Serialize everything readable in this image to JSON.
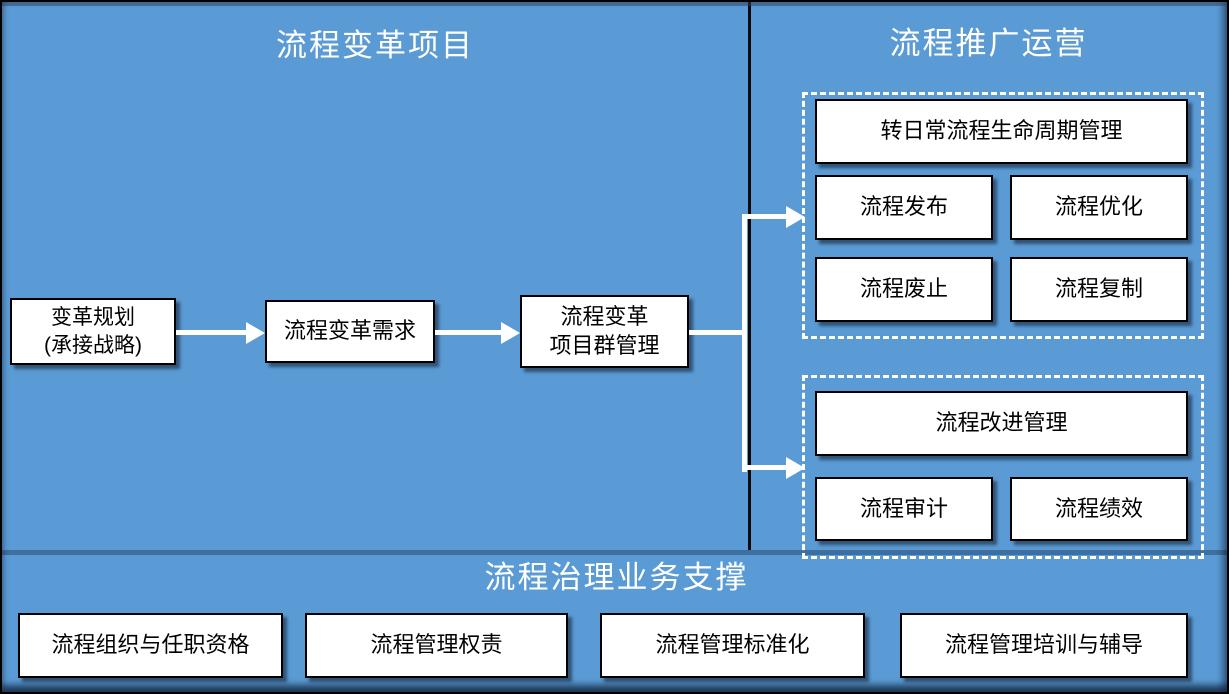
{
  "titles": {
    "left": "流程变革项目",
    "right": "流程推广运营",
    "bottom": "流程治理业务支撑"
  },
  "flow": {
    "planning": "变革规划\n(承接战略)",
    "demand": "流程变革需求",
    "program": "流程变革\n项目群管理"
  },
  "lifecycle_group": {
    "header": "转日常流程生命周期管理",
    "cells": [
      "流程发布",
      "流程优化",
      "流程废止",
      "流程复制"
    ]
  },
  "improvement_group": {
    "header": "流程改进管理",
    "cells": [
      "流程审计",
      "流程绩效"
    ]
  },
  "support": {
    "cells": [
      "流程组织与任职资格",
      "流程管理权责",
      "流程管理标准化",
      "流程管理培训与辅导"
    ]
  },
  "colors": {
    "background": "#5b9bd5",
    "box_fill": "#ffffff",
    "box_border": "#000000",
    "box_text": "#000000",
    "title_text": "#ffffff",
    "dashed_border": "#ffffff",
    "arrow": "#ffffff",
    "vertical_divider": "#0b0b0b",
    "horizontal_divider": "#3f6f9f"
  }
}
